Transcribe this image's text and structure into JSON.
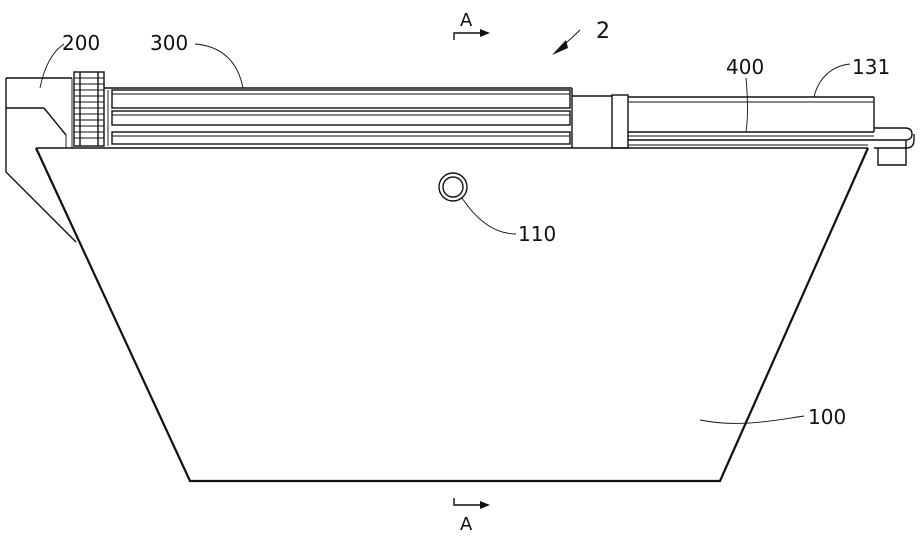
{
  "labels": {
    "section_top": "A",
    "section_bottom": "A",
    "assembly": "2",
    "part_200": "200",
    "part_300": "300",
    "part_400": "400",
    "part_131": "131",
    "part_110": "110",
    "part_100": "100"
  }
}
